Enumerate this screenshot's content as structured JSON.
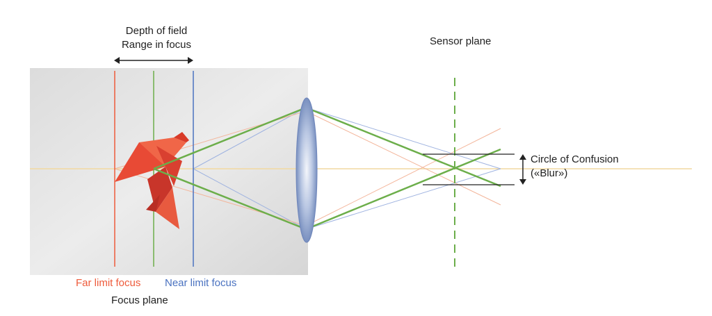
{
  "labels": {
    "depth_of_field": "Depth of field",
    "range_in_focus": "Range in focus",
    "sensor_plane": "Sensor plane",
    "circle_of_confusion": "Circle of Confusion",
    "blur": "(«Blur»)",
    "far_limit_focus": "Far limit focus",
    "near_limit_focus": "Near limit focus",
    "focus_plane": "Focus plane"
  },
  "colors": {
    "far_limit": "#ee5a3a",
    "focus": "#6cae4a",
    "near_limit": "#4a72c0",
    "optical_axis": "#f2d9a0",
    "lens": "#8ea4cf",
    "text": "#1f1f1f",
    "bird": "#e84a35"
  }
}
